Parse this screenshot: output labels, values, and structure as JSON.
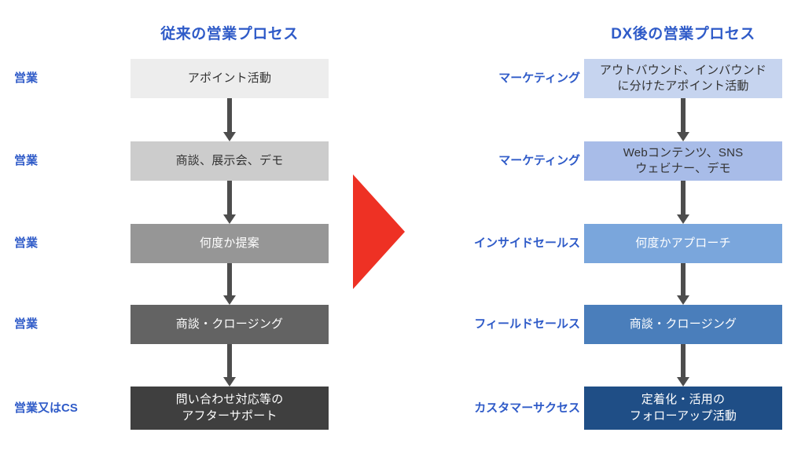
{
  "diagram": {
    "title_left": "従来の営業プロセス",
    "title_right": "DX後の営業プロセス",
    "transition_icon": "red-right-arrow-icon",
    "accent_colors": {
      "heading_blue": "#2F5BC8",
      "label_blue": "#2F5BC8",
      "transition_red": "#EE3124",
      "connector_gray": "#4D4D4D"
    }
  },
  "left_flow": {
    "name": "従来の営業プロセス",
    "steps": [
      {
        "role": "営業",
        "text": "アポイント活動",
        "fill": "#EDEDED",
        "text_color": "#333333"
      },
      {
        "role": "営業",
        "text": "商談、展示会、デモ",
        "fill": "#CCCCCC",
        "text_color": "#333333"
      },
      {
        "role": "営業",
        "text": "何度か提案",
        "fill": "#969696",
        "text_color": "#FFFFFF"
      },
      {
        "role": "営業",
        "text": "商談・クロージング",
        "fill": "#636363",
        "text_color": "#FFFFFF"
      },
      {
        "role": "営業又はCS",
        "text": "問い合わせ対応等の\nアフターサポート",
        "fill": "#3F3F3F",
        "text_color": "#FFFFFF"
      }
    ]
  },
  "right_flow": {
    "name": "DX後の営業プロセス",
    "steps": [
      {
        "role": "マーケティング",
        "text": "アウトバウンド、インバウンド\nに分けたアポイント活動",
        "fill": "#C6D4EF",
        "text_color": "#333333"
      },
      {
        "role": "マーケティング",
        "text": "Webコンテンツ、SNS\nウェビナー、デモ",
        "fill": "#A8BCE8",
        "text_color": "#333333"
      },
      {
        "role": "インサイドセールス",
        "text": "何度かアプローチ",
        "fill": "#7AA6DC",
        "text_color": "#FFFFFF"
      },
      {
        "role": "フィールドセールス",
        "text": "商談・クロージング",
        "fill": "#4A7EBB",
        "text_color": "#FFFFFF"
      },
      {
        "role": "カスタマーサクセス",
        "text": "定着化・活用の\nフォローアップ活動",
        "fill": "#1F4E86",
        "text_color": "#FFFFFF"
      }
    ]
  }
}
